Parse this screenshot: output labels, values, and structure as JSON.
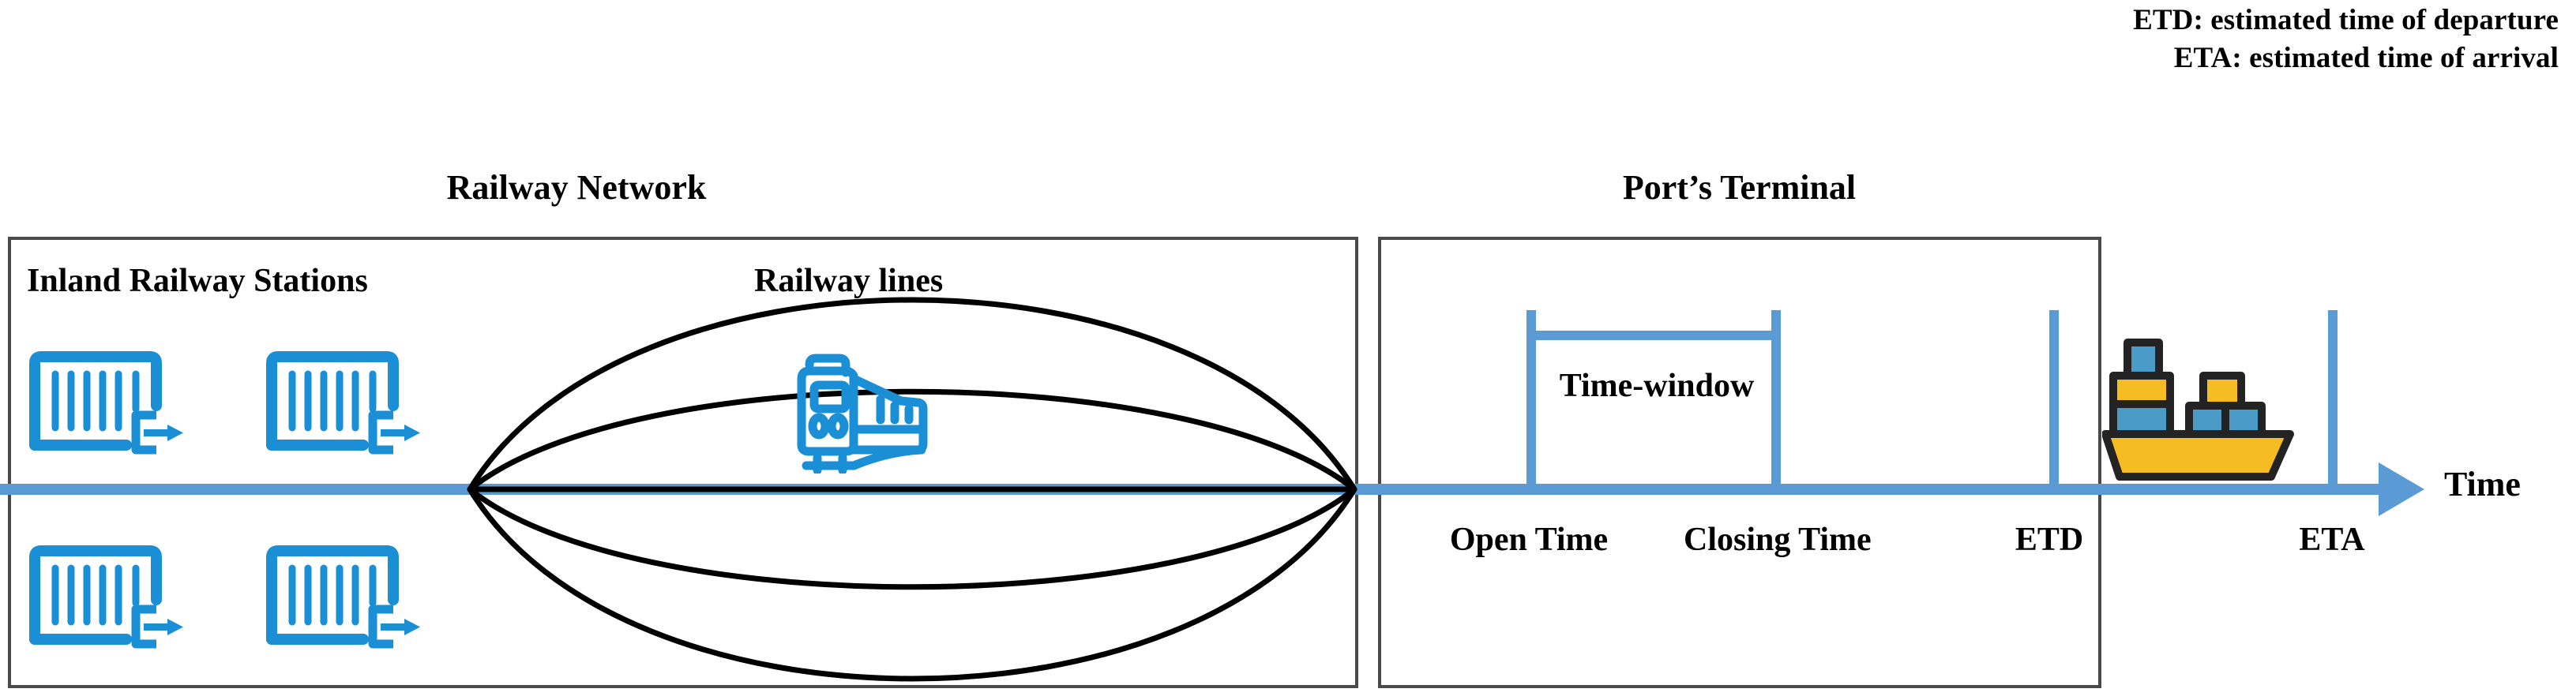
{
  "legend": {
    "lines": [
      "ETD: estimated time of departure",
      "ETA: estimated time of arrival"
    ]
  },
  "sections": {
    "railway_network": {
      "title": "Railway Network",
      "stations_label": "Inland Railway Stations",
      "lines_label": "Railway lines",
      "station_icon": "inland-railway-station-icon",
      "station_count": 4,
      "train_icon": "train-icon",
      "railway_line_count": 5
    },
    "port_terminal": {
      "title": "Port’s Terminal",
      "time_window_label": "Time-window",
      "ship_icon": "container-ship-icon"
    }
  },
  "axis": {
    "label": "Time",
    "arrow_icon": "arrow-right-icon",
    "ticks": [
      {
        "id": "open-time",
        "label": "Open Time"
      },
      {
        "id": "closing-time",
        "label": "Closing Time"
      },
      {
        "id": "etd",
        "label": "ETD"
      },
      {
        "id": "eta",
        "label": "ETA"
      }
    ]
  },
  "colors": {
    "icon_blue": "#1a8fd5",
    "axis_blue": "#5b9bd5",
    "box_border": "#4a4a4a",
    "ship_hull": "#f5bc24",
    "ship_container_blue": "#4a9bc8",
    "outline_dark": "#232323",
    "line_black": "#000000"
  }
}
